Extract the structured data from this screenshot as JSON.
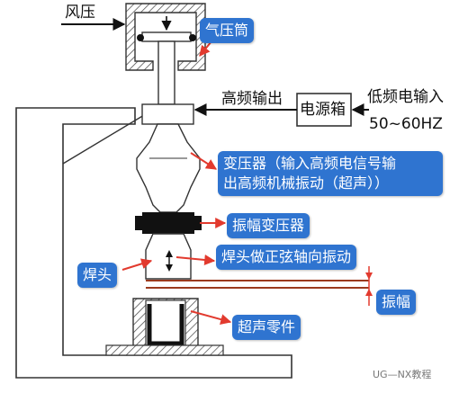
{
  "labels": {
    "air_pressure": "风压",
    "air_cylinder": "气压筒",
    "hf_output": "高频输出",
    "power_box": "电源箱",
    "hf_input": "低频电输入",
    "frequency": "50~60HZ",
    "transducer_line1": "变压器（输入高频电信号输",
    "transducer_line2": "出高频机械振动（超声））",
    "booster": "振幅变压器",
    "horn_motion": "焊头做正弦轴向振动",
    "horn": "焊头",
    "amplitude": "振幅",
    "part": "超声零件"
  },
  "watermark": "UG—NX教程",
  "colors": {
    "label_box": "#2f74d0",
    "arrow_red": "#e23a2e",
    "outline": "#333333",
    "hatch": "#444444",
    "amplitude_line": "#9b3a1e"
  }
}
